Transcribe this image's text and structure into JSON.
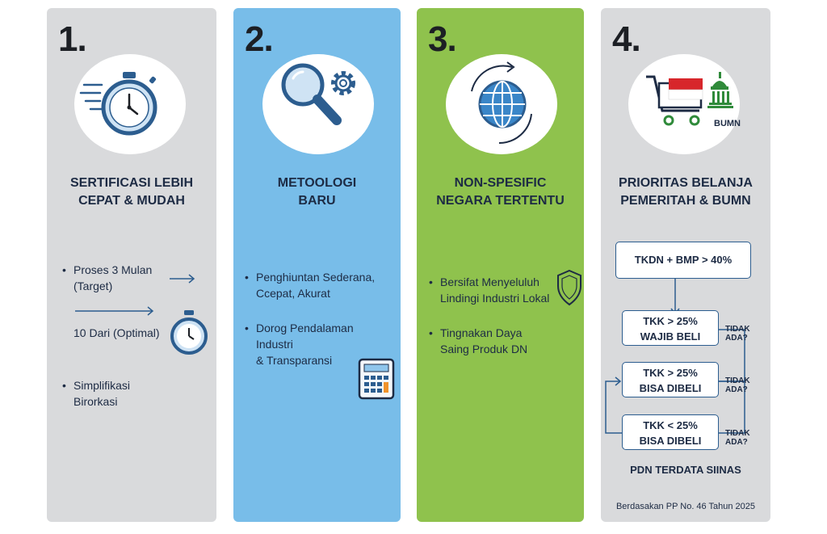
{
  "panels": [
    {
      "number": "1.",
      "title": [
        "SERTIFICASI LEBIH",
        "CEPAT & MUDAH"
      ],
      "bullets": [
        "Proses 3 Mulan",
        "(Target)",
        "10 Dari (Optimal)",
        "Simplifikasi",
        "Birorkasi"
      ],
      "colors": {
        "panel": "#d9dadc",
        "icon": "#2c5d8f"
      }
    },
    {
      "number": "2.",
      "title": [
        "METOOLOGI",
        "BARU"
      ],
      "bullets": [
        "Penghiuntan Sederana,",
        "Ccepat, Akurat",
        "Dorog Pendalaman",
        "Industri",
        "& Transparansi"
      ],
      "colors": {
        "panel": "#78bde9",
        "icon": "#2c5d8f"
      }
    },
    {
      "number": "3.",
      "title": [
        "NON-SPESIFIC",
        "NEGARA TERTENTU"
      ],
      "bullets": [
        "Bersifat Menyeluluh",
        "Lindingi Industri Lokal",
        "Tingnakan Daya",
        "Saing Produk DN"
      ],
      "colors": {
        "panel": "#8fc24d",
        "icon": "#2c5d8f"
      }
    },
    {
      "number": "4.",
      "title": [
        "PRIORITAS BELANJA",
        "PEMERITAH & BUMN"
      ],
      "logo_text": "BUMN",
      "flow": {
        "top": "TKDN + BMP > 40%",
        "boxes": [
          {
            "line1": "TKK > 25%",
            "line2": "WAJIB BELI",
            "side": "TIDAK ADA?"
          },
          {
            "line1": "TKK > 25%",
            "line2": "BISA DIBELI",
            "side": "TIDAK ADA?"
          },
          {
            "line1": "TKK < 25%",
            "line2": "BISA DIBELI",
            "side": "TIDAK ADA?"
          }
        ],
        "footer": "PDN TERDATA SIINAS",
        "note": "Berdasakan PP No. 46 Tahun 2025"
      },
      "colors": {
        "panel": "#d9dadc",
        "flag_red": "#d7262b",
        "bumn_green": "#2f8a3a"
      }
    }
  ]
}
